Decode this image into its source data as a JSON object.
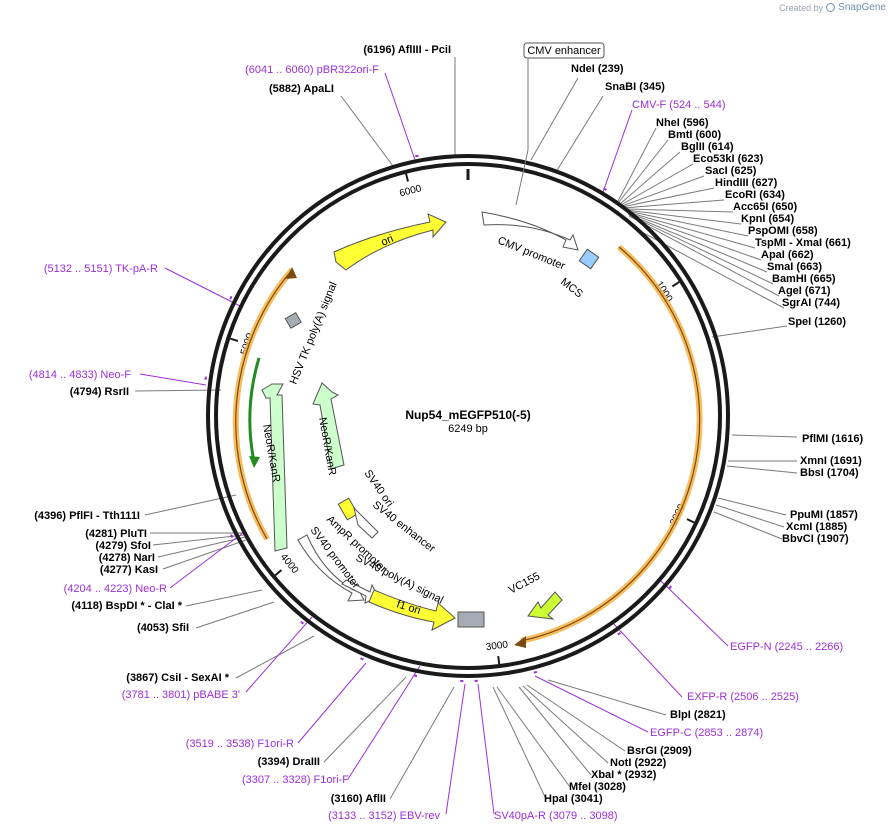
{
  "watermark": {
    "prefix": "Created by",
    "brand": "SnapGene"
  },
  "plasmid": {
    "name": "Nup54_mEGFP510(-5)",
    "length": "6249 bp",
    "total_bp": 6249
  },
  "ticks": [
    "1000",
    "2000",
    "3000",
    "4000",
    "5000",
    "6000"
  ],
  "colors": {
    "primer": "#9b30d9",
    "ori": "#ffff00",
    "resistance": "#ccffcc",
    "orf_highlight": "#f5b041",
    "promoter": "#ffffff",
    "mcs": "#99ccff",
    "polyA": "#a6acb3",
    "vc155": "#ccff33"
  },
  "sites": [
    {
      "name": "PciI",
      "bp": 6196,
      "label": "(6196)  AflIII  - PciI"
    },
    {
      "name": "ApaLI",
      "bp": 5882,
      "label": "(5882)  ApaLI"
    },
    {
      "name": "NdeI",
      "bp": 239,
      "label": "NdeI  (239)"
    },
    {
      "name": "SnaBI",
      "bp": 345,
      "label": "SnaBI  (345)"
    },
    {
      "name": "NheI",
      "bp": 596,
      "label": "NheI  (596)"
    },
    {
      "name": "BmtI",
      "bp": 600,
      "label": "BmtI  (600)"
    },
    {
      "name": "BglII",
      "bp": 614,
      "label": "BglII  (614)"
    },
    {
      "name": "Eco53kI",
      "bp": 623,
      "label": "Eco53kI  (623)"
    },
    {
      "name": "SacI",
      "bp": 625,
      "label": "SacI  (625)"
    },
    {
      "name": "HindIII",
      "bp": 627,
      "label": "HindIII  (627)"
    },
    {
      "name": "EcoRI",
      "bp": 634,
      "label": "EcoRI  (634)"
    },
    {
      "name": "Acc65I",
      "bp": 650,
      "label": "Acc65I  (650)"
    },
    {
      "name": "KpnI",
      "bp": 654,
      "label": "KpnI  (654)"
    },
    {
      "name": "PspOMI",
      "bp": 658,
      "label": "PspOMI  (658)"
    },
    {
      "name": "XmaI",
      "bp": 661,
      "label": "TspMI  - XmaI  (661)"
    },
    {
      "name": "ApaI",
      "bp": 662,
      "label": "ApaI  (662)"
    },
    {
      "name": "SmaI",
      "bp": 663,
      "label": "SmaI  (663)"
    },
    {
      "name": "BamHI",
      "bp": 665,
      "label": "BamHI  (665)"
    },
    {
      "name": "AgeI",
      "bp": 671,
      "label": "AgeI  (671)"
    },
    {
      "name": "SgrAI",
      "bp": 744,
      "label": "SgrAI  (744)"
    },
    {
      "name": "SpeI",
      "bp": 1260,
      "label": "SpeI  (1260)"
    },
    {
      "name": "PflMI",
      "bp": 1616,
      "label": "PflMI  (1616)"
    },
    {
      "name": "XmnI",
      "bp": 1691,
      "label": "XmnI  (1691)"
    },
    {
      "name": "BbsI",
      "bp": 1704,
      "label": "BbsI  (1704)"
    },
    {
      "name": "PpuMI",
      "bp": 1857,
      "label": "PpuMI  (1857)"
    },
    {
      "name": "XcmI",
      "bp": 1885,
      "label": "XcmI  (1885)"
    },
    {
      "name": "BbvCI",
      "bp": 1907,
      "label": "BbvCI  (1907)"
    },
    {
      "name": "BlpI",
      "bp": 2821,
      "label": "BlpI  (2821)"
    },
    {
      "name": "BsrGI",
      "bp": 2909,
      "label": "BsrGI  (2909)"
    },
    {
      "name": "NotI",
      "bp": 2922,
      "label": "NotI  (2922)"
    },
    {
      "name": "XbaI",
      "bp": 2932,
      "label": "XbaI *  (2932)"
    },
    {
      "name": "MfeI",
      "bp": 3028,
      "label": "MfeI  (3028)"
    },
    {
      "name": "HpaI",
      "bp": 3041,
      "label": "HpaI  (3041)"
    },
    {
      "name": "AflII",
      "bp": 3160,
      "label": "(3160)  AflII"
    },
    {
      "name": "DraIII",
      "bp": 3394,
      "label": "(3394)  DraIII"
    },
    {
      "name": "SexAI",
      "bp": 3867,
      "label": "(3867)  CsiI  - SexAI *"
    },
    {
      "name": "SfiI",
      "bp": 4053,
      "label": "(4053)  SfiI"
    },
    {
      "name": "ClaI",
      "bp": 4118,
      "label": "(4118)  BspDI *  - ClaI *"
    },
    {
      "name": "KasI",
      "bp": 4277,
      "label": "(4277)  KasI"
    },
    {
      "name": "NarI",
      "bp": 4278,
      "label": "(4278)  NarI"
    },
    {
      "name": "SfoI",
      "bp": 4279,
      "label": "(4279)  SfoI"
    },
    {
      "name": "PluTI",
      "bp": 4281,
      "label": "(4281)  PluTI"
    },
    {
      "name": "Tth111I",
      "bp": 4396,
      "label": "(4396)  PflFI  - Tth111I"
    },
    {
      "name": "RsrII",
      "bp": 4794,
      "label": "(4794)  RsrII"
    }
  ],
  "primers": [
    {
      "name": "pBR322ori-F",
      "bp": 6050,
      "label": "(6041 .. 6060)  pBR322ori-F"
    },
    {
      "name": "CMV-F",
      "bp": 534,
      "label": "CMV-F  (524 .. 544)"
    },
    {
      "name": "TK-pA-R",
      "bp": 5141,
      "label": "(5132 .. 5151)  TK-pA-R"
    },
    {
      "name": "Neo-F",
      "bp": 4823,
      "label": "(4814 .. 4833)  Neo-F"
    },
    {
      "name": "Neo-R",
      "bp": 4213,
      "label": "(4204 .. 4223)  Neo-R"
    },
    {
      "name": "EGFP-N",
      "bp": 2255,
      "label": "EGFP-N  (2245 .. 2266)"
    },
    {
      "name": "EXFP-R",
      "bp": 2515,
      "label": "EXFP-R  (2506 .. 2525)"
    },
    {
      "name": "EGFP-C",
      "bp": 2863,
      "label": "EGFP-C  (2853 .. 2874)"
    },
    {
      "name": "pBABE 3'",
      "bp": 3791,
      "label": "(3781 .. 3801)  pBABE 3'"
    },
    {
      "name": "F1ori-R",
      "bp": 3528,
      "label": "(3519 .. 3538)  F1ori-R"
    },
    {
      "name": "F1ori-F",
      "bp": 3317,
      "label": "(3307 .. 3328)  F1ori-F"
    },
    {
      "name": "EBV-rev",
      "bp": 3142,
      "label": "(3133 .. 3152)  EBV-rev"
    },
    {
      "name": "SV40pA-R",
      "bp": 3088,
      "label": "SV40pA-R  (3079 .. 3098)"
    }
  ],
  "features": {
    "cmv_enhancer": "CMV enhancer",
    "cmv_promoter": "CMV promoter",
    "mcs": "MCS",
    "ori": "ori",
    "hsv_tk": "HSV TK poly(A) signal",
    "neo_outer": "NeoR/KanR",
    "neo_inner": "NeoR/KanR",
    "sv40_ori": "SV40 ori",
    "sv40_enh": "SV40 enhancer",
    "ampr": "AmpR promoter",
    "sv40_prom": "SV40 promoter",
    "sv40_polya": "SV40 poly(A) signal",
    "f1_ori": "f1 ori",
    "vc155": "VC155"
  }
}
